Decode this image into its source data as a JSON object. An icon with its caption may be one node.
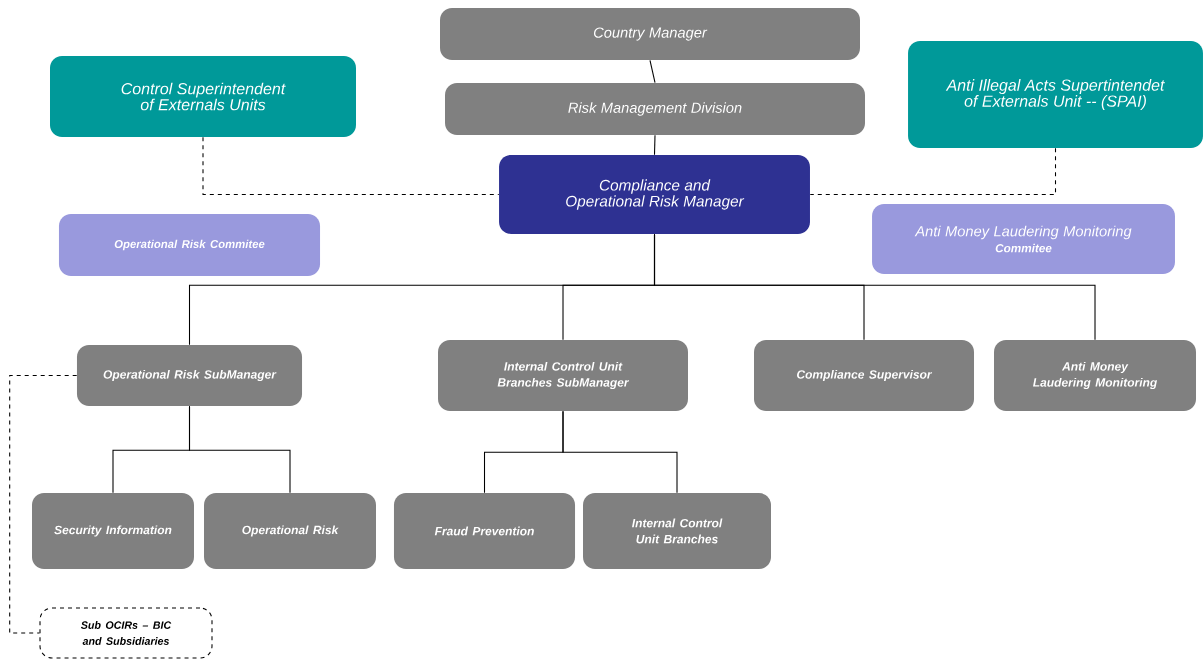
{
  "diagram": {
    "nodes": [
      {
        "text": [
          "Country Manager"
        ]
      },
      {
        "text": [
          "Control Superintendent of Externals Units"
        ]
      },
      {
        "text": [
          "Risk Management Division"
        ]
      },
      {
        "text": [
          "Anti Illegal Acts Supertintendet of Externals Unit -- (SPAI)"
        ]
      },
      {
        "text": [
          "Compliance and Operational Risk Manager"
        ]
      },
      {
        "text": [
          "Operational Risk Commitee"
        ]
      },
      {
        "text": [
          "Anti Money Laudering Monitoring",
          "Commitee"
        ]
      },
      {
        "text": [
          "Operational Risk SubManager"
        ]
      },
      {
        "text": [
          "Internal Control Unit Branches SubManager"
        ]
      },
      {
        "text": [
          "Compliance Supervisor"
        ]
      },
      {
        "text": [
          "Anti Money Laudering Monitoring"
        ]
      },
      {
        "text": [
          "Security Information"
        ]
      },
      {
        "text": [
          "Operational Risk"
        ]
      },
      {
        "text": [
          "Fraud Prevention"
        ]
      },
      {
        "text": [
          "Internal Control Unit Branches"
        ]
      },
      {
        "text": [
          "Sub OCIRs – BIC and Subsidiaries"
        ]
      }
    ],
    "edges": [
      {
        "from": 0,
        "to": 2,
        "arrow": "none"
      },
      {
        "from": 2,
        "to": 4,
        "arrow": "none"
      },
      {
        "from": 1,
        "to": 4,
        "arrow": "none",
        "style": "dashed"
      },
      {
        "from": 3,
        "to": 4,
        "arrow": "none",
        "style": "dashed"
      },
      {
        "from": 4,
        "to": 7,
        "arrow": "none"
      },
      {
        "from": 4,
        "to": 8,
        "arrow": "none"
      },
      {
        "from": 4,
        "to": 9,
        "arrow": "none"
      },
      {
        "from": 4,
        "to": 10,
        "arrow": "none"
      },
      {
        "from": 7,
        "to": 11,
        "arrow": "none"
      },
      {
        "from": 7,
        "to": 12,
        "arrow": "none"
      },
      {
        "from": 8,
        "to": 13,
        "arrow": "none"
      },
      {
        "from": 8,
        "to": 14,
        "arrow": "none"
      },
      {
        "from": 7,
        "to": 15,
        "arrow": "none",
        "style": "dashed"
      }
    ]
  }
}
